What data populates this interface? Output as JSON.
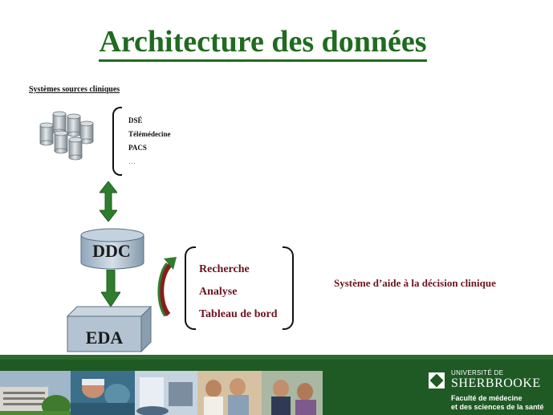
{
  "title": "Architecture des données",
  "sources": {
    "label": "Systèmes sources cliniques",
    "items": [
      "DSÉ",
      "Télémédecine",
      "PACS",
      "…"
    ]
  },
  "ddc_label": "DDC",
  "eda_label": "EDA",
  "tools": [
    "Recherche",
    "Analyse",
    "Tableau de bord"
  ],
  "decision_support": "Système d’aide à la décision clinique",
  "logo": {
    "university_small": "UNIVERSITÉ DE",
    "university_name": "SHERBROOKE",
    "faculty_line1": "Faculté de médecine",
    "faculty_line2": "et des sciences de la santé"
  },
  "colors": {
    "title_green": "#1f6b1f",
    "arrow_green": "#2e7d2e",
    "tool_text": "#6b1420",
    "footer_green": "#1f5a24"
  }
}
